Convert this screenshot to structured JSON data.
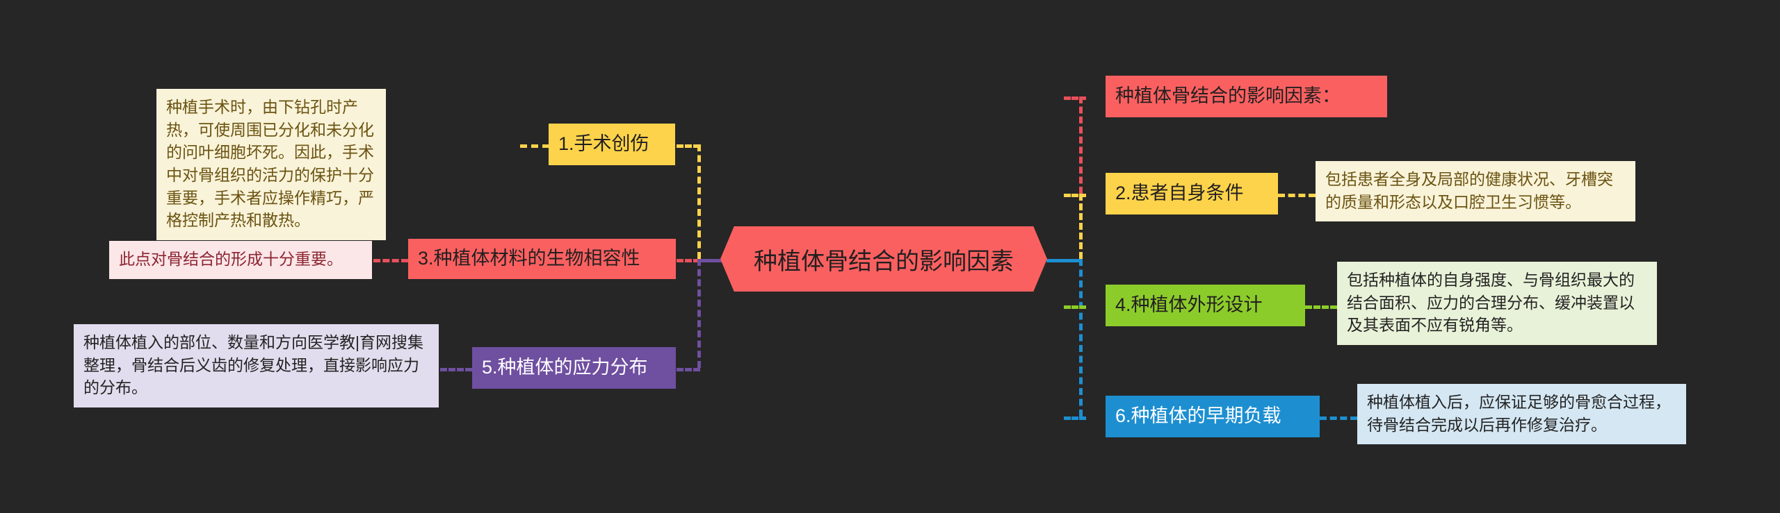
{
  "diagram": {
    "type": "mindmap",
    "background_color": "#262626",
    "center": {
      "label": "种植体骨结合的影响因素",
      "color": "#fb6060",
      "text_color": "#231f20",
      "shape": "hexagon"
    },
    "right_branches": [
      {
        "id": "title-right",
        "label": "种植体骨结合的影响因素：",
        "color": "#fb6060",
        "text_color": "#231f20",
        "detail": null,
        "detail_color": null,
        "detail_text_color": null
      },
      {
        "id": "factor-2",
        "label": "2.患者自身条件",
        "color": "#fcd34a",
        "text_color": "#231f20",
        "detail": "包括患者全身及局部的健康状况、牙槽突的质量和形态以及口腔卫生习惯等。",
        "detail_color": "#f9f3d9",
        "detail_text_color": "#6b5312"
      },
      {
        "id": "factor-4",
        "label": "4.种植体外形设计",
        "color": "#8ccc2a",
        "text_color": "#231f20",
        "detail": "包括种植体的自身强度、与骨组织最大的结合面积、应力的合理分布、缓冲装置以及其表面不应有锐角等。",
        "detail_color": "#e8f2d8",
        "detail_text_color": "#232323"
      },
      {
        "id": "factor-6",
        "label": "6.种植体的早期负载",
        "color": "#1d8fd1",
        "text_color": "#ffffff",
        "detail": "种植体植入后，应保证足够的骨愈合过程，待骨结合完成以后再作修复治疗。",
        "detail_color": "#d4e7f3",
        "detail_text_color": "#232323"
      }
    ],
    "left_branches": [
      {
        "id": "factor-1",
        "label": "1.手术创伤",
        "color": "#fcd34a",
        "text_color": "#231f20",
        "detail": "种植手术时，由下钻孔时产热，可使周围已分化和未分化的问叶细胞坏死。因此，手术中对骨组织的活力的保护十分重要，手术者应操作精巧，严格控制产热和散热。",
        "detail_color": "#f9f3d9",
        "detail_text_color": "#6b5312"
      },
      {
        "id": "factor-3",
        "label": "3.种植体材料的生物相容性",
        "color": "#fb6060",
        "text_color": "#231f20",
        "detail": "此点对骨结合的形成十分重要。",
        "detail_color": "#fbe6e8",
        "detail_text_color": "#8b2430"
      },
      {
        "id": "factor-5",
        "label": "5.种植体的应力分布",
        "color": "#6f4fa0",
        "text_color": "#ffffff",
        "detail": "种植体植入的部位、数量和方向医学教|育网搜集整理，骨结合后义齿的修复处理，直接影响应力的分布。",
        "detail_color": "#e2ddee",
        "detail_text_color": "#232323"
      }
    ],
    "connector_colors": {
      "right_trunk_top": "#e8505b",
      "right_trunk_upper": "#fcd34a",
      "right_trunk_lower": "#1d8fd1",
      "left_trunk_upper": "#fcd34a",
      "left_trunk_lower": "#6f4fa0",
      "stub_green": "#8ccc2a",
      "stub_red": "#e8505b",
      "hex_stub_left": "#6f4fa0",
      "hex_stub_right": "#1d8fd1"
    }
  }
}
